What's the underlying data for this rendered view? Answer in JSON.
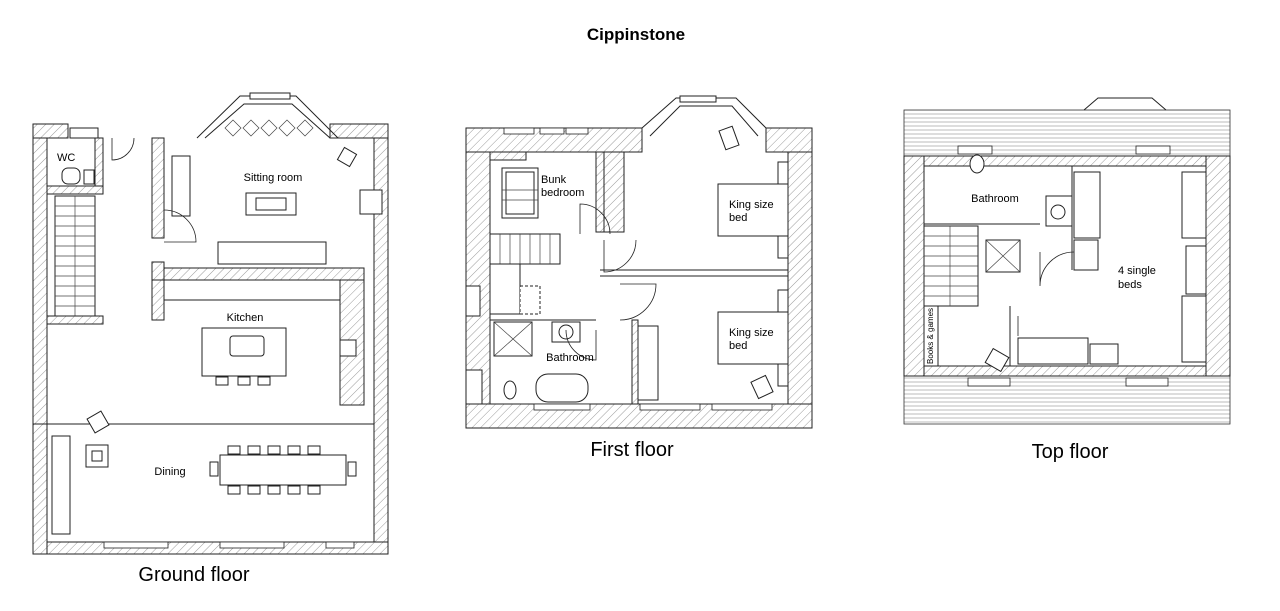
{
  "title": "Cippinstone",
  "floors": [
    {
      "caption": "Ground floor",
      "rooms": [
        "WC",
        "Sitting room",
        "Kitchen",
        "Dining"
      ]
    },
    {
      "caption": "First floor",
      "rooms": [
        "Bunk",
        "bedroom",
        "King size",
        "bed",
        "King size",
        "bed",
        "Bathroom"
      ]
    },
    {
      "caption": "Top floor",
      "rooms": [
        "Bathroom",
        "4 single",
        "beds",
        "Books & games"
      ]
    }
  ]
}
